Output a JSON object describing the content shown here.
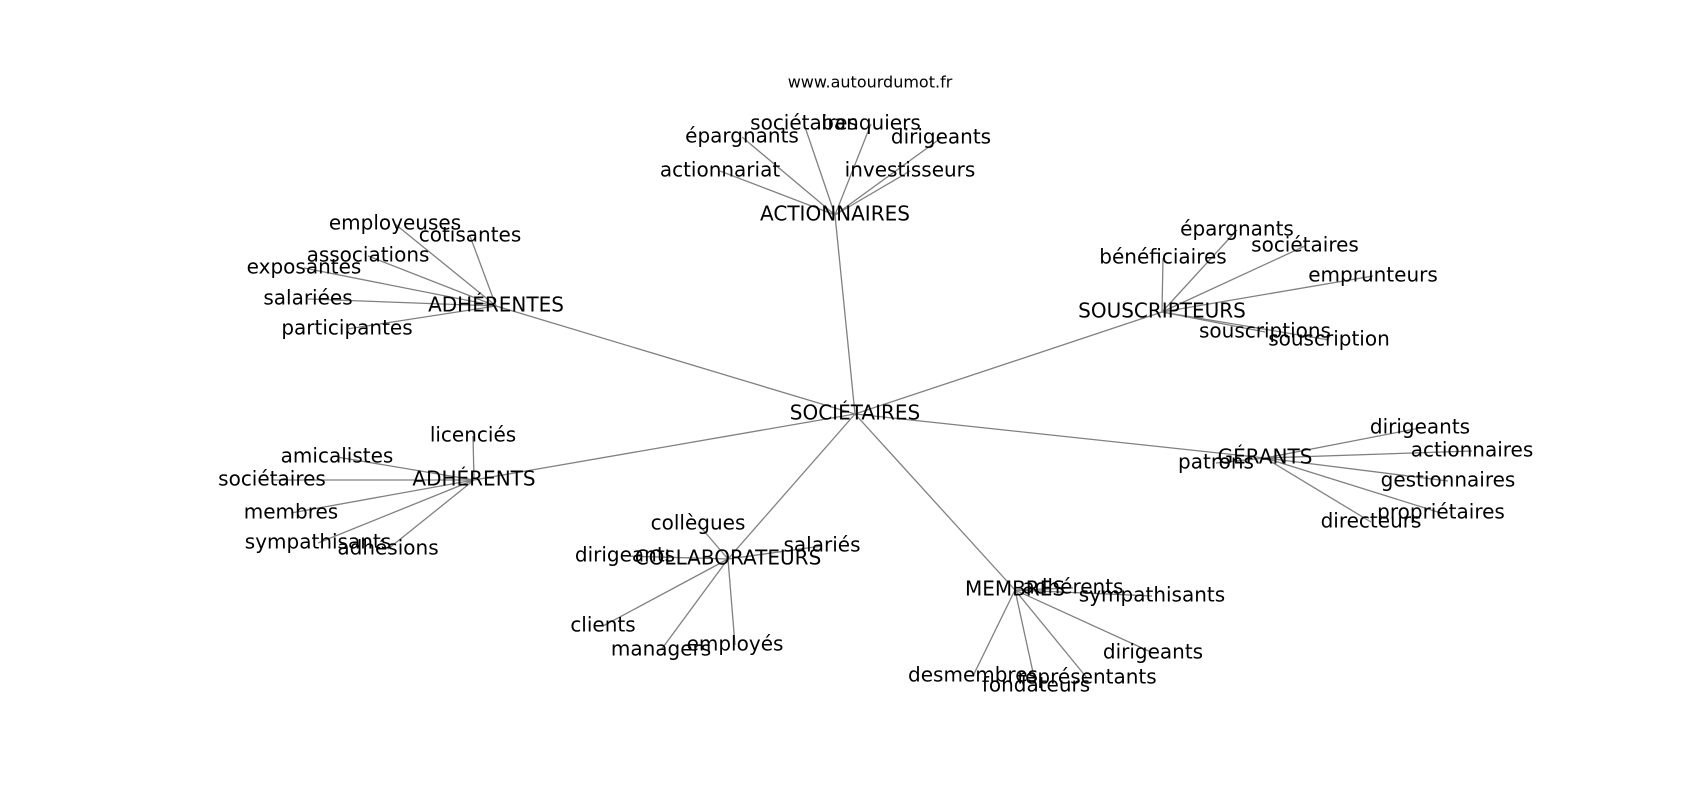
{
  "source": "www.autourdumot.fr",
  "colors": {
    "edge": "#808080",
    "text": "#000000",
    "background": "#ffffff"
  },
  "root": {
    "label": "SOCIÉTAIRES",
    "groups": [
      {
        "label": "ACTIONNAIRES",
        "terms": [
          "sociétaires",
          "banquiers",
          "épargnants",
          "dirigeants",
          "actionnariat",
          "investisseurs"
        ]
      },
      {
        "label": "SOUSCRIPTEURS",
        "terms": [
          "épargnants",
          "bénéficiaires",
          "sociétaires",
          "emprunteurs",
          "souscriptions",
          "souscription"
        ]
      },
      {
        "label": "GÉRANTS",
        "terms": [
          "dirigeants",
          "actionnaires",
          "patrons",
          "gestionnaires",
          "propriétaires",
          "directeurs"
        ]
      },
      {
        "label": "MEMBRES",
        "terms": [
          "adhérents",
          "sympathisants",
          "dirigeants",
          "desmembres",
          "représentants",
          "fondateurs"
        ]
      },
      {
        "label": "COLLABORATEURS",
        "terms": [
          "collègues",
          "salariés",
          "dirigeants",
          "clients",
          "employés",
          "managers"
        ]
      },
      {
        "label": "ADHÉRENTS",
        "terms": [
          "licenciés",
          "amicalistes",
          "sociétaires",
          "membres",
          "sympathisants",
          "adhésions"
        ]
      },
      {
        "label": "ADHÉRENTES",
        "terms": [
          "employeuses",
          "cotisantes",
          "associations",
          "exposantes",
          "salariées",
          "participantes"
        ]
      }
    ]
  }
}
